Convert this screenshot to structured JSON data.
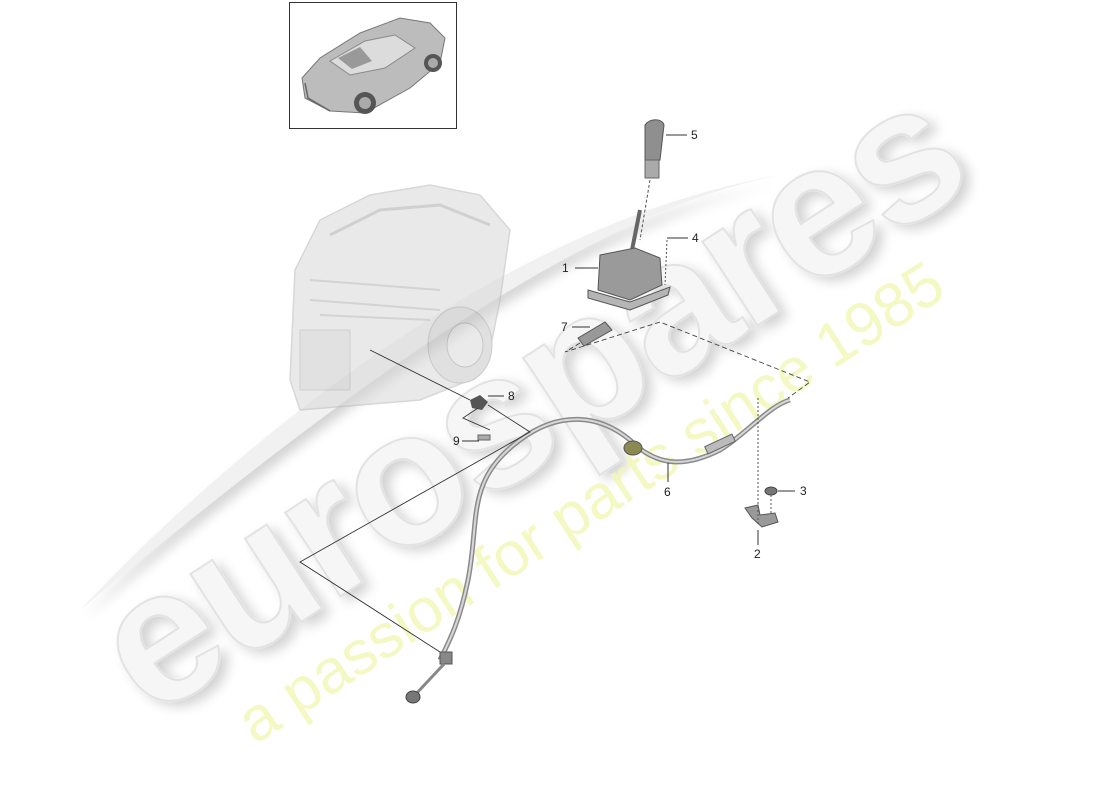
{
  "diagram": {
    "type": "exploded-parts-diagram",
    "subject": "Gear shift lever and selector cable assembly",
    "thumbnail": {
      "label": "vehicle-overview",
      "description": "Roadster car top view"
    },
    "callouts": [
      {
        "number": "1",
        "part": "shift-housing"
      },
      {
        "number": "2",
        "part": "cable-bracket"
      },
      {
        "number": "3",
        "part": "nut"
      },
      {
        "number": "4",
        "part": "screw"
      },
      {
        "number": "5",
        "part": "gear-knob"
      },
      {
        "number": "6",
        "part": "selector-cable"
      },
      {
        "number": "7",
        "part": "cable-clip"
      },
      {
        "number": "8",
        "part": "transmission-bracket"
      },
      {
        "number": "9",
        "part": "bolt"
      }
    ]
  },
  "watermark": {
    "brand": "eurospares",
    "tagline": "a passion for parts since 1985",
    "brand_color": "#e9e9e9",
    "tagline_color": "#f3f7b8"
  }
}
